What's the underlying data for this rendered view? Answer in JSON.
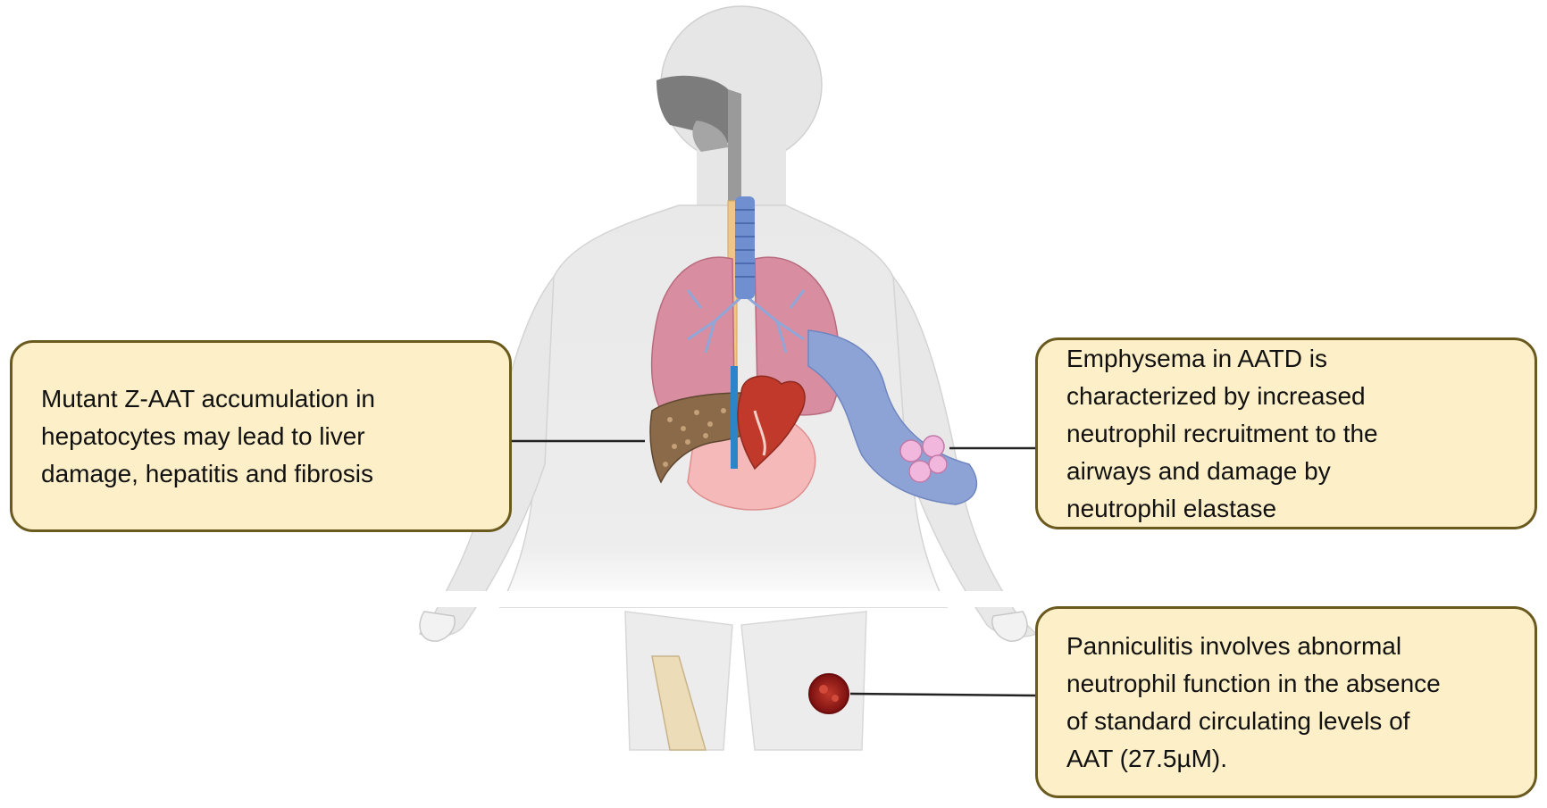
{
  "callouts": {
    "liver": "Mutant Z-AAT accumulation in\nhepatocytes may lead to liver\ndamage, hepatitis and fibrosis",
    "lung": "Emphysema in AATD is\ncharacterized by increased\nneutrophil recruitment to the\nairways and damage by\nneutrophil elastase",
    "skin": "Panniculitis involves abnormal\nneutrophil function in the absence\nof standard circulating levels of\nAAT (27.5µM)."
  },
  "colors": {
    "callout_fill": "#fdf0c9",
    "callout_border": "#6b5a1e",
    "body": "#e9e9e9",
    "lung": "#d98fa0",
    "airway": "#7d9bd1",
    "liver": "#8a6a48",
    "heart": "#c0392b",
    "stomach": "#f4b6b6",
    "lesion": "#9b1b1b",
    "vessel": "#2a86c8",
    "esophagus": "#f0c48a"
  },
  "icons": [
    "human-body-icon",
    "lungs-icon",
    "trachea-icon",
    "liver-icon",
    "heart-icon",
    "stomach-icon",
    "bronchus-zoom-icon",
    "neutrophil-icon",
    "skin-lesion-icon",
    "bone-icon"
  ]
}
